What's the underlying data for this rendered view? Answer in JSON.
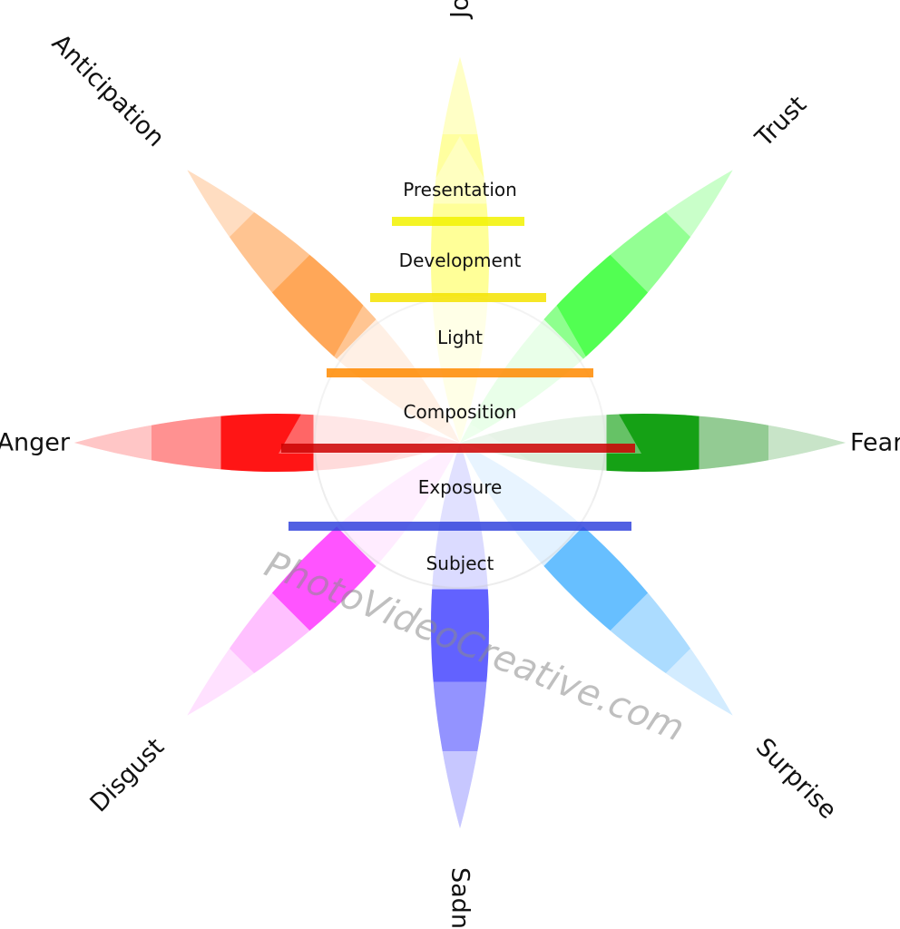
{
  "emotions": [
    {
      "name": "Joy",
      "angle": 0,
      "colors": [
        "#ffffc4",
        "#ffff99",
        "#ffff55"
      ]
    },
    {
      "name": "Trust",
      "angle": 45,
      "colors": [
        "#c8ffc8",
        "#8cff8c",
        "#44ff44"
      ]
    },
    {
      "name": "Fear",
      "angle": 90,
      "colors": [
        "#c6e3c6",
        "#8cc88c",
        "#009900"
      ]
    },
    {
      "name": "Surprise",
      "angle": 135,
      "colors": [
        "#d2ebff",
        "#a6d9ff",
        "#5ab9ff"
      ]
    },
    {
      "name": "Sadness",
      "angle": 180,
      "colors": [
        "#c5c5ff",
        "#8c8cff",
        "#5555ff"
      ]
    },
    {
      "name": "Disgust",
      "angle": 225,
      "colors": [
        "#ffe0ff",
        "#ffbbff",
        "#ff44ff"
      ]
    },
    {
      "name": "Anger",
      "angle": 270,
      "colors": [
        "#ffc4c4",
        "#ff8a8a",
        "#ff0000"
      ]
    },
    {
      "name": "Anticipation",
      "angle": 315,
      "colors": [
        "#ffdcbf",
        "#ffc08a",
        "#ffa04a"
      ]
    }
  ],
  "tiers": [
    "Presentation",
    "Development",
    "Light",
    "Composition",
    "Exposure",
    "Subject"
  ],
  "watermark": "PhotoVideoCreative.com"
}
